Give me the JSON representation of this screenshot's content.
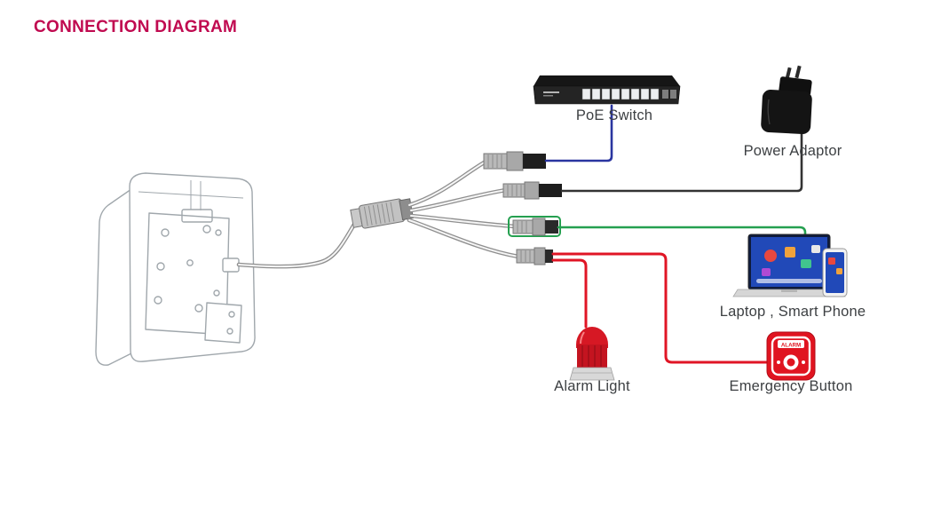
{
  "title": "CONNECTION DIAGRAM",
  "labels": {
    "poe_switch": "PoE Switch",
    "power_adaptor": "Power Adaptor",
    "laptop_phone": "Laptop , Smart Phone",
    "alarm_light": "Alarm Light",
    "emergency_button": "Emergency Button",
    "alarm_button_text": "ALARM"
  },
  "colors": {
    "title": "#c00a50",
    "label_text": "#3d4043",
    "poe_cable": "#2a35a0",
    "power_cable": "#333333",
    "lan_cable": "#25a050",
    "alarm_cable": "#e01525",
    "gray_cable": "#8f8f8f"
  },
  "connections": [
    {
      "from": "device multi-connector cable",
      "to": "PoE Switch",
      "cable_color": "#2a35a0"
    },
    {
      "from": "device multi-connector cable",
      "to": "Power Adaptor",
      "cable_color": "#333333"
    },
    {
      "from": "device multi-connector cable",
      "to": "Laptop , Smart Phone",
      "cable_color": "#25a050"
    },
    {
      "from": "device multi-connector cable",
      "to": "Alarm Light",
      "cable_color": "#e01525"
    },
    {
      "from": "device multi-connector cable",
      "to": "Emergency Button",
      "cable_color": "#e01525"
    }
  ]
}
